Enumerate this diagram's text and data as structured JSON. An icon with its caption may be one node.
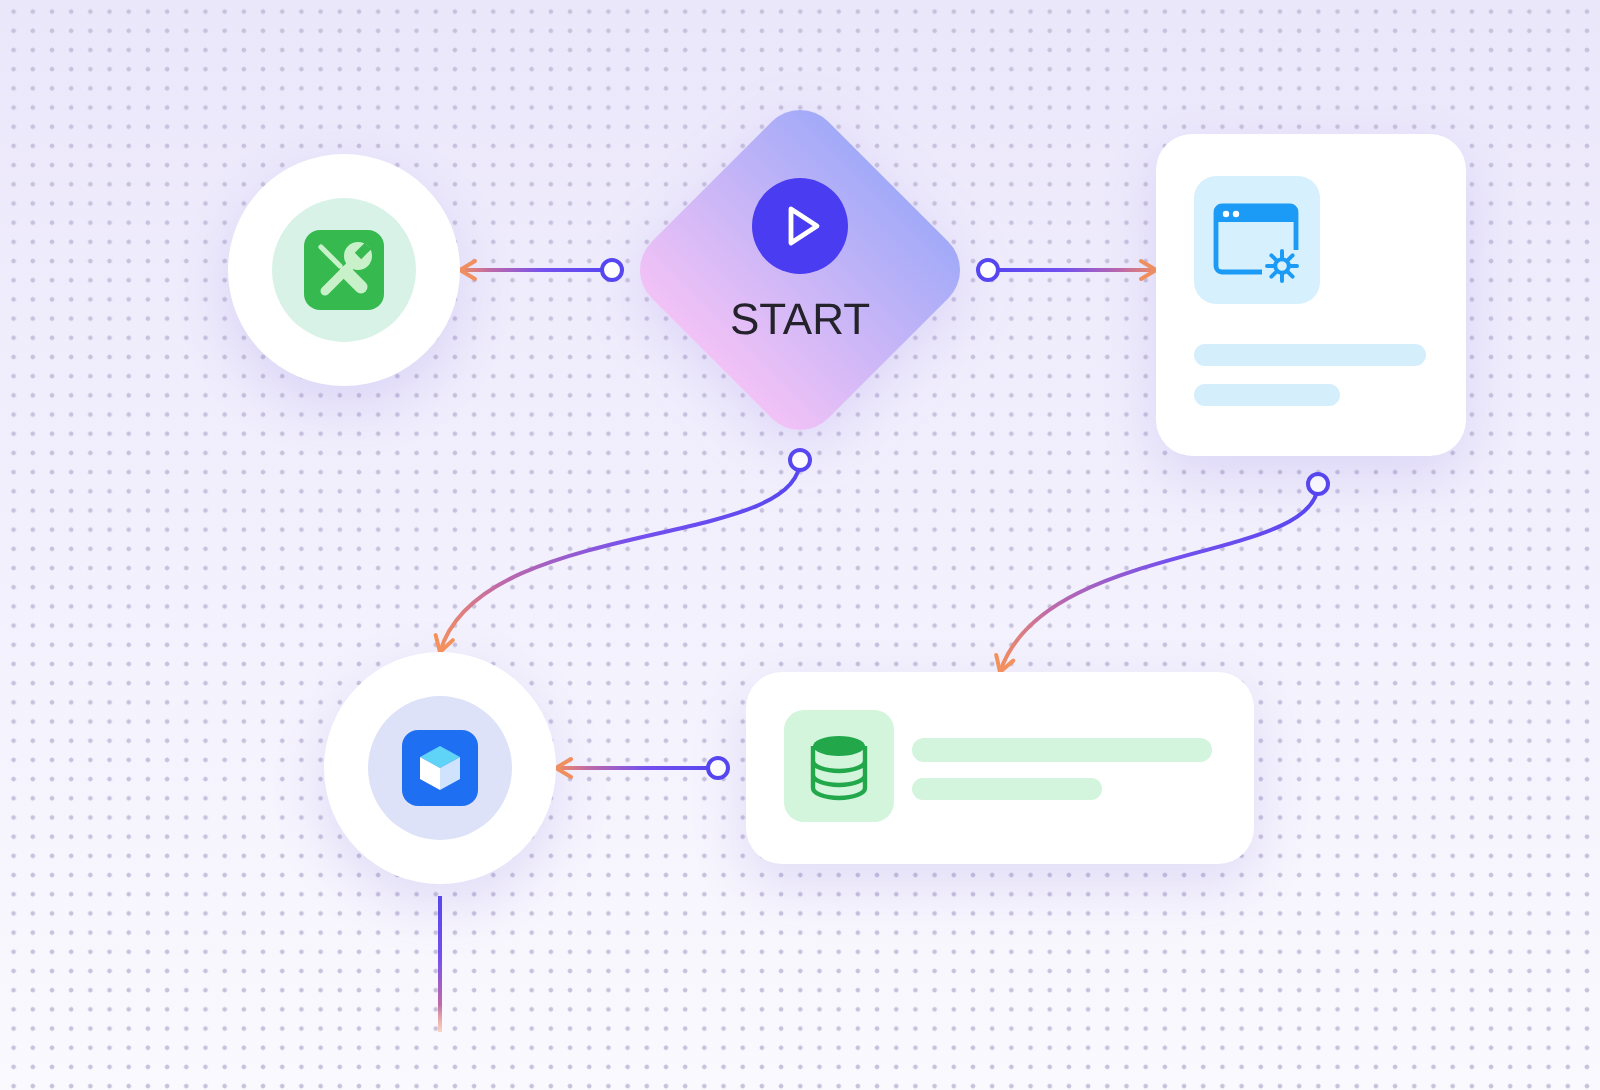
{
  "diagram": {
    "nodes": [
      {
        "text": [],
        "shape": "circle"
      },
      {
        "text": [
          "START"
        ]
      },
      {
        "text": [],
        "shape": "box"
      },
      {
        "text": [],
        "shape": "circle"
      },
      {
        "text": [],
        "shape": "box"
      }
    ],
    "edges": [
      {
        "from": 1,
        "to": 0,
        "arrow": "to"
      },
      {
        "from": 1,
        "to": 2,
        "arrow": "to"
      },
      {
        "from": 1,
        "to": 3,
        "arrow": "to"
      },
      {
        "from": 2,
        "to": 4,
        "arrow": "to"
      },
      {
        "from": 4,
        "to": 3,
        "arrow": "to"
      },
      {
        "from": 3,
        "to": null,
        "arrow": "none"
      }
    ]
  }
}
